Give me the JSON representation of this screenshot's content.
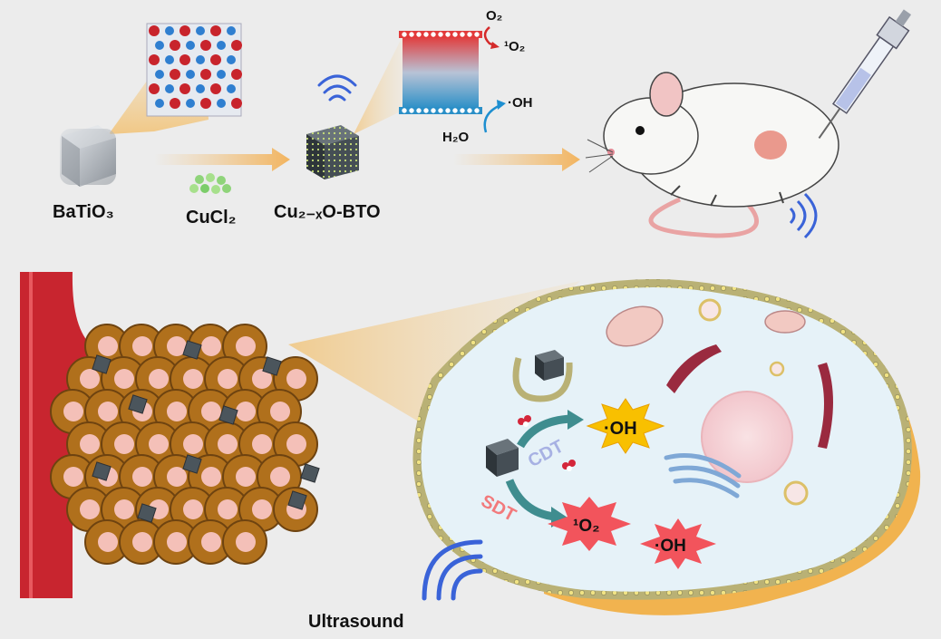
{
  "labels": {
    "batio3": "BaTiO₃",
    "cucl2": "CuCl₂",
    "cu2xo_bto": "Cu₂₋ₓO-BTO",
    "o2": "O₂",
    "singlet_o2_top": "¹O₂",
    "oh_top": "·OH",
    "h2o": "H₂O",
    "cdt": "CDT",
    "sdt": "SDT",
    "oh_cdt": "·OH",
    "singlet_o2_sdt": "¹O₂",
    "oh_sdt": "·OH",
    "ultrasound": "Ultrasound"
  },
  "colors": {
    "background": "#ececec",
    "blood_vessel": "#c8252f",
    "tumor_cell": "#b0701c",
    "nucleus": "#f4c0b8",
    "cell_cytoplasm": "#e6f2f8",
    "membrane": "#f1e384",
    "arrow": "#f2c27a",
    "cdt_arrow": "#3f8d8f",
    "sdt_text": "#f27a7c",
    "cdt_text": "#a7b1e3",
    "oh_burst": "#f8c000",
    "sdt_burst": "#f2545c",
    "ultrasound_wave": "#3a63d8"
  },
  "icons": [
    "batio3-cube-icon",
    "crystal-lattice-icon",
    "cucl2-particles-icon",
    "nanoparticle-cube-icon",
    "ultrasound-wave-icon",
    "mouse-icon",
    "syringe-icon",
    "tumor-cluster-icon",
    "cancer-cell-icon",
    "mitochondria-icon",
    "nucleus-icon",
    "golgi-icon",
    "er-icon"
  ]
}
